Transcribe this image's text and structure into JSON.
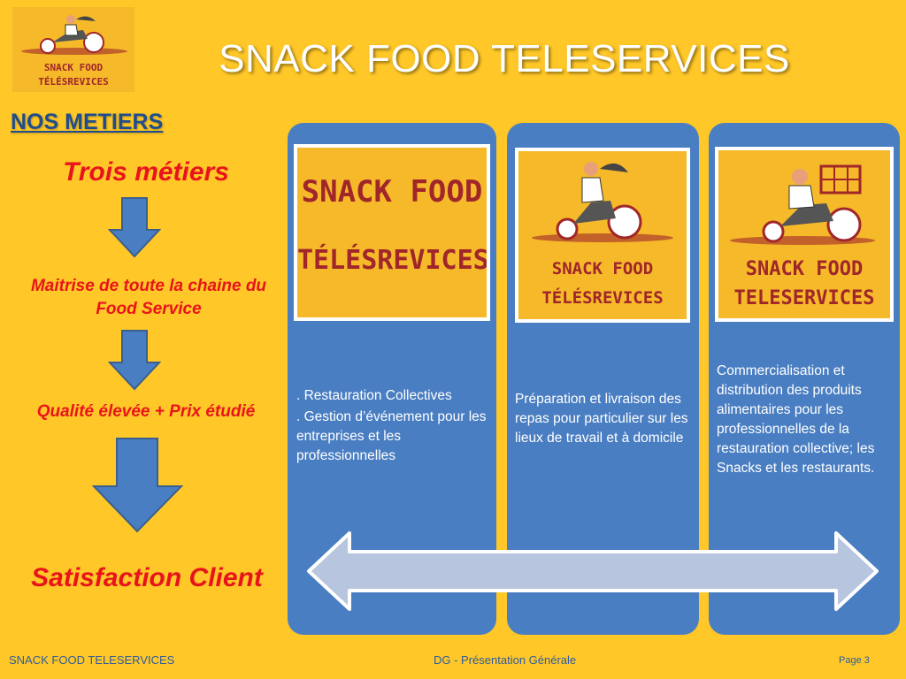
{
  "header": {
    "title": "SNACK FOOD TELESERVICES",
    "logo_line1": "SNACK FOOD",
    "logo_line2": "TÉLÉSREVICES"
  },
  "left": {
    "section_heading": "NOS METIERS",
    "items": [
      "Trois métiers",
      "Maitrise de toute la chaine du Food Service",
      "Qualité élevée + Prix étudié",
      "Satisfaction Client"
    ]
  },
  "panels": [
    {
      "logo_line1": "SNACK FOOD",
      "logo_line2": "TÉLÉSREVICES",
      "text_lines": [
        ".    Restauration Collectives",
        ".    Gestion d’événement pour les entreprises et les professionnelles"
      ]
    },
    {
      "logo_line1": "SNACK FOOD",
      "logo_line2": "TÉLÉSREVICES",
      "text": "Préparation et livraison des repas pour particulier sur les lieux de travail et à domicile"
    },
    {
      "logo_line1": "SNACK FOOD",
      "logo_line2": "TELESERVICES",
      "text": "Commercialisation et distribution des produits alimentaires pour les professionnelles de la restauration collective; les Snacks et les restaurants."
    }
  ],
  "footer": {
    "left": "SNACK FOOD TELESERVICES",
    "center": "DG - Présentation Générale",
    "right": "Page 3"
  },
  "colors": {
    "background": "#FFC727",
    "panel": "#4A7EC2",
    "red_text": "#E8141C",
    "heading_blue": "#1F4E8C",
    "logo_red": "#A0262A"
  },
  "icons": [
    "delivery-scooter-logo-icon",
    "down-arrow-icon",
    "double-arrow-icon"
  ]
}
